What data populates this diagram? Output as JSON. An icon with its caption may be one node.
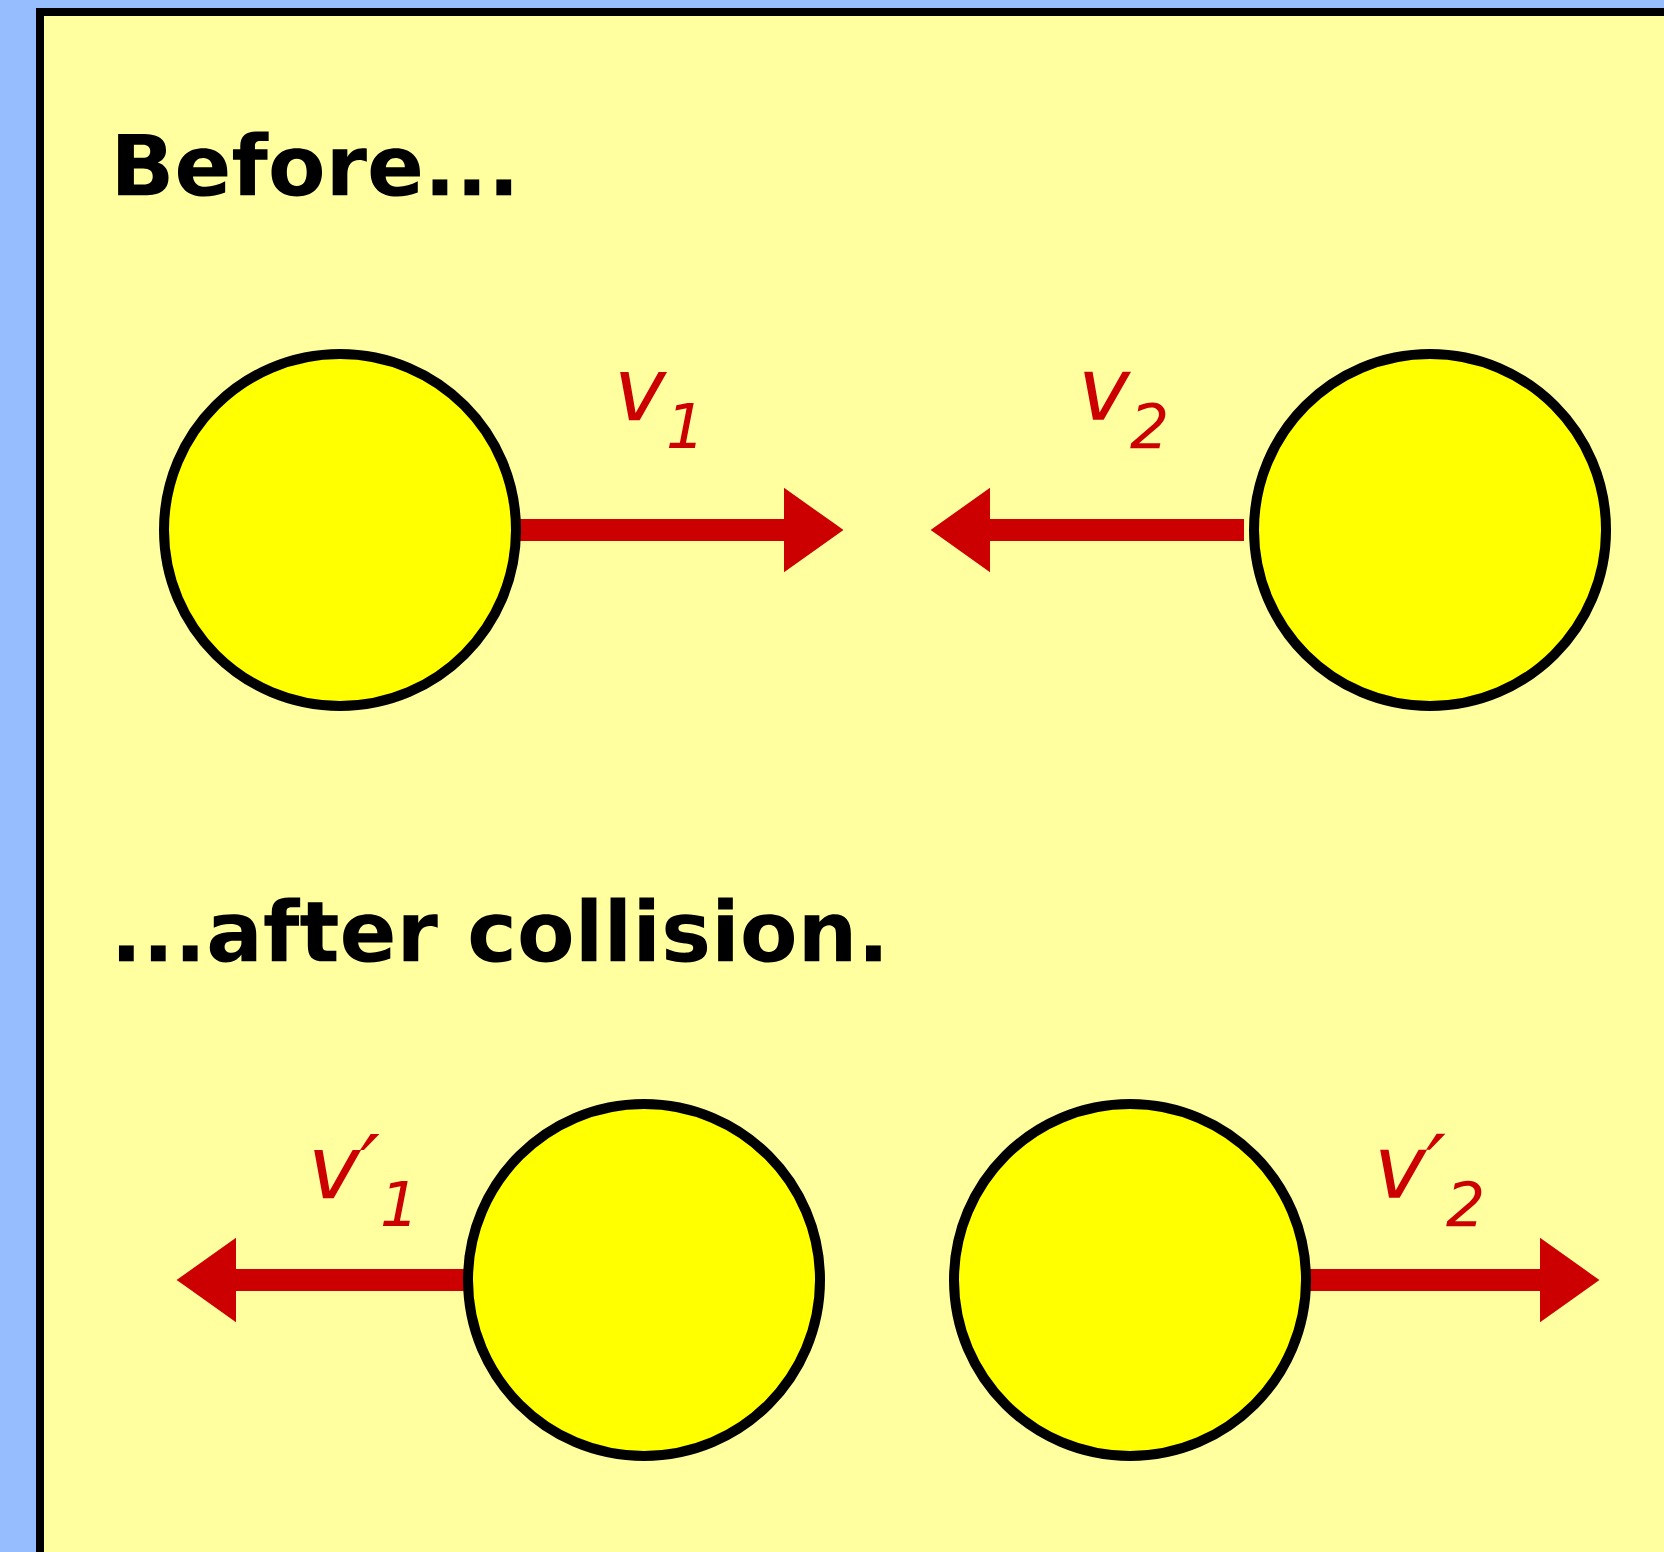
{
  "diagram": {
    "nodes": [
      {
        "text": [],
        "shape": "circle"
      },
      {
        "text": [],
        "shape": "circle"
      },
      {
        "text": [],
        "shape": "circle"
      },
      {
        "text": [],
        "shape": "circle"
      }
    ],
    "labels": [
      "Before...",
      "v$_{1}$",
      "v$_{2}$",
      "...after collision.",
      "v′$_{1}$",
      "v′$_{2}$"
    ]
  }
}
